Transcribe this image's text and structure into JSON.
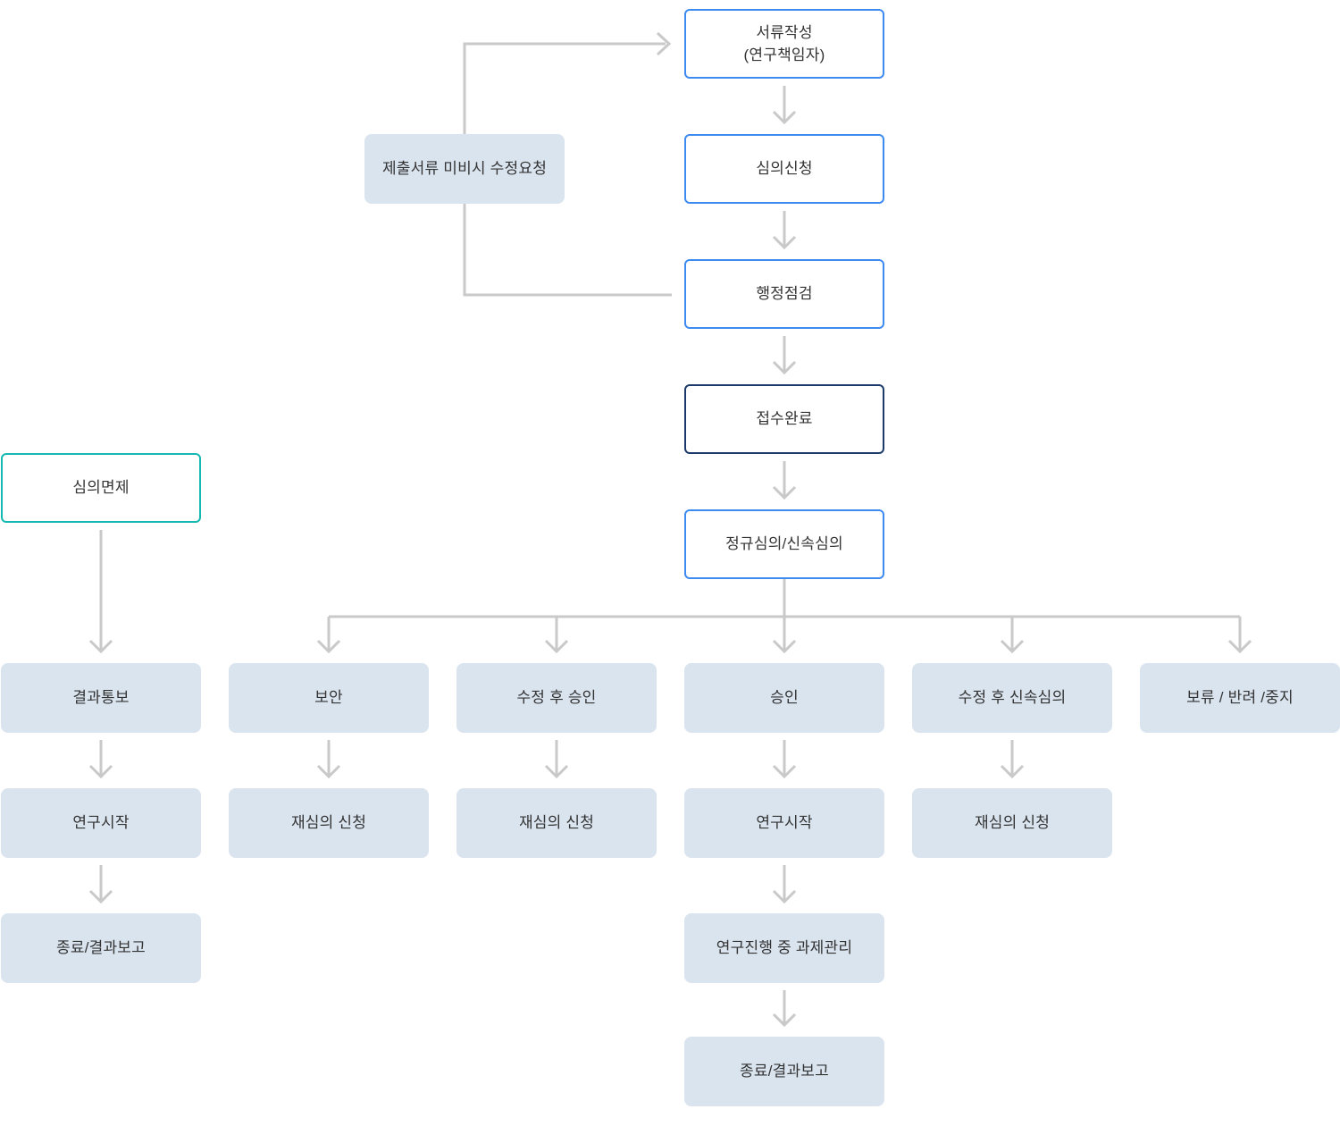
{
  "colors": {
    "accent_blue": "#3d8af0",
    "accent_navy": "#1b3a6b",
    "accent_teal": "#14b8b1",
    "node_fill": "#dae4ef",
    "edge_gray": "#c9c9c9",
    "text": "#333333",
    "background": "#ffffff"
  },
  "nodes": {
    "doc_write": {
      "line1": "서류작성",
      "line2": "(연구책임자)"
    },
    "review_apply": {
      "label": "심의신청"
    },
    "admin_check": {
      "label": "행정점검"
    },
    "receipt_done": {
      "label": "접수완료"
    },
    "regular_review": {
      "label": "정규심의/신속심의"
    },
    "revision_request": {
      "label": "제출서류 미비시 수정요청"
    },
    "review_exempt": {
      "label": "심의면제"
    },
    "result_notice": {
      "label": "결과통보"
    },
    "supplement": {
      "label": "보안"
    },
    "approve_after_revision": {
      "label": "수정 후 승인"
    },
    "approve": {
      "label": "승인"
    },
    "expedited_after_revision": {
      "label": "수정 후 신속심의"
    },
    "hold_reject_stop": {
      "label": "보류 / 반려 /중지"
    },
    "research_start_exempt": {
      "label": "연구시작"
    },
    "reapply_supplement": {
      "label": "재심의 신청"
    },
    "reapply_revision": {
      "label": "재심의 신청"
    },
    "research_start_approve": {
      "label": "연구시작"
    },
    "reapply_expedited": {
      "label": "재심의 신청"
    },
    "end_report_exempt": {
      "label": "종료/결과보고"
    },
    "task_manage": {
      "label": "연구진행 중 과제관리"
    },
    "end_report_approve": {
      "label": "종료/결과보고"
    }
  }
}
